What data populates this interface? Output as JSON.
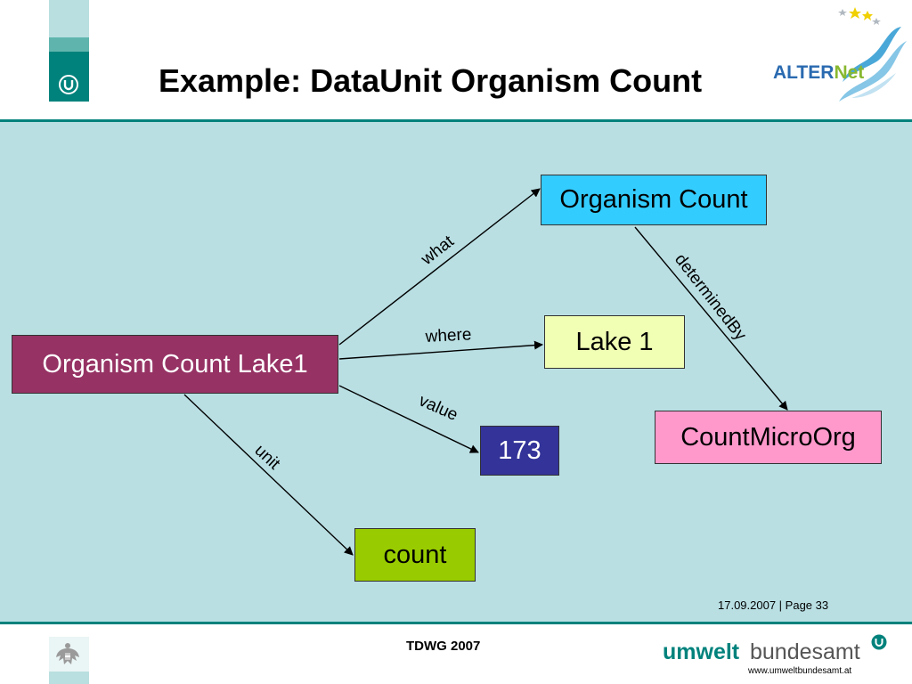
{
  "header": {
    "title": "Example: DataUnit Organism Count",
    "logo_text_a": "ALTER",
    "logo_text_b": "Net",
    "icons": {
      "left": "u-logo-icon",
      "right": "alternet-logo"
    }
  },
  "diagram": {
    "nodes": {
      "lake1": "Organism Count Lake1",
      "organism_count": "Organism Count",
      "lake": "Lake 1",
      "value": "173",
      "count": "count",
      "count_micro_org": "CountMicroOrg"
    },
    "edges": {
      "what": "what",
      "where": "where",
      "value": "value",
      "unit": "unit",
      "determined_by": "determinedBy"
    }
  },
  "page_info": "17.09.2007 | Page 33",
  "footer": {
    "text": "TDWG 2007",
    "brand_bold": "umwelt",
    "brand_light": "bundesamt",
    "url": "www.umweltbundesamt.at",
    "icons": {
      "left": "eagle-icon",
      "right": "umweltbundesamt-logo"
    }
  },
  "colors": {
    "brand_teal": "#00827c",
    "diagram_background": "#b9dfe3",
    "node_lake1": "#963264",
    "node_organism_count": "#33ccff",
    "node_lake": "#f0ffb4",
    "node_value": "#333399",
    "node_count": "#99cc00",
    "node_count_micro_org": "#ff99cc"
  }
}
